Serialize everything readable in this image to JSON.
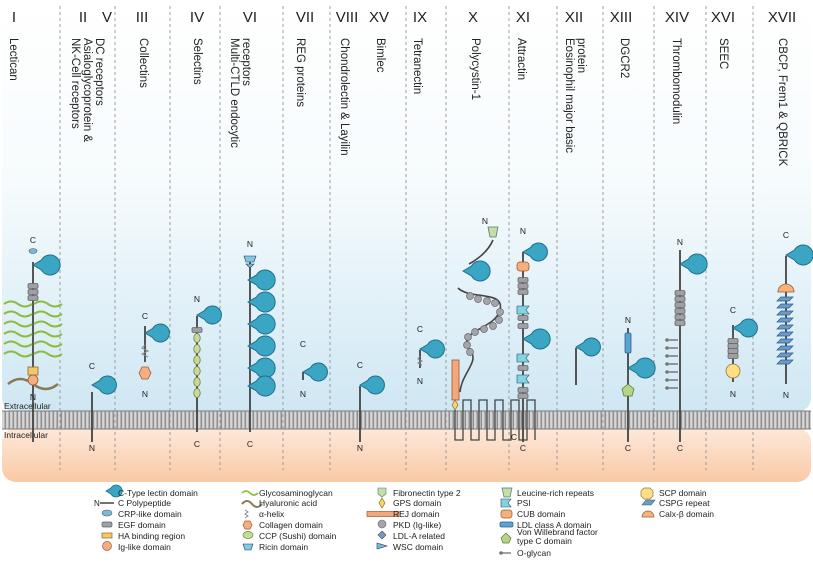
{
  "groups": [
    {
      "numeral": "I",
      "name": "Lectican"
    },
    {
      "numeral": "II",
      "name": "Asialoglycoprotein & DC receptors"
    },
    {
      "numeral": "V",
      "name": "NK-Cell receptors"
    },
    {
      "numeral": "III",
      "name": "Collectins"
    },
    {
      "numeral": "IV",
      "name": "Selectins"
    },
    {
      "numeral": "VI",
      "name": "Multi-CTLD endocytic receptors"
    },
    {
      "numeral": "VII",
      "name": "REG proteins"
    },
    {
      "numeral": "VIII",
      "name": "Chondrolectin & Layilin"
    },
    {
      "numeral": "XV",
      "name": "Bimlec"
    },
    {
      "numeral": "IX",
      "name": "Tetranectin"
    },
    {
      "numeral": "X",
      "name": "Polycystin-1"
    },
    {
      "numeral": "XI",
      "name": "Attractin"
    },
    {
      "numeral": "XII",
      "name": "Eosinophil major basic protein"
    },
    {
      "numeral": "XIII",
      "name": "DGCR2"
    },
    {
      "numeral": "XIV",
      "name": "Thrombomodulin"
    },
    {
      "numeral": "XVI",
      "name": "SEEC"
    },
    {
      "numeral": "XVII",
      "name": "CBCP, Frem1 & QBRICK"
    }
  ],
  "membrane": {
    "extracellular": "Extracellular",
    "intracellular": "Intracellular"
  },
  "termini": {
    "n": "N",
    "c": "C"
  },
  "legend": [
    {
      "icon": "ctld",
      "label": "C-Type lectin domain"
    },
    {
      "icon": "polypeptide",
      "label": "C Polypeptide"
    },
    {
      "icon": "crp",
      "label": "CRP-like domain"
    },
    {
      "icon": "egf",
      "label": "EGF domain"
    },
    {
      "icon": "ha-binding",
      "label": "HA binding region"
    },
    {
      "icon": "ig-like",
      "label": "Ig-like domain"
    },
    {
      "icon": "gag",
      "label": "Glycosaminoglycan"
    },
    {
      "icon": "hyaluronic",
      "label": "Hyaluronic acid"
    },
    {
      "icon": "alpha-helix",
      "label": "α-helix"
    },
    {
      "icon": "collagen",
      "label": "Collagen domain"
    },
    {
      "icon": "ccp",
      "label": "CCP (Sushi) domain"
    },
    {
      "icon": "ricin",
      "label": "Ricin domain"
    },
    {
      "icon": "fn2",
      "label": "Fibronectin type 2"
    },
    {
      "icon": "gps",
      "label": "GPS domain"
    },
    {
      "icon": "rej",
      "label": "REJ domain"
    },
    {
      "icon": "pkd",
      "label": "PKD (Ig-like)"
    },
    {
      "icon": "ldla-related",
      "label": "LDL-A related"
    },
    {
      "icon": "wsc",
      "label": "WSC domain"
    },
    {
      "icon": "lrr",
      "label": "Leucine-rich repeats"
    },
    {
      "icon": "psi",
      "label": "PSI"
    },
    {
      "icon": "cub",
      "label": "CUB domain"
    },
    {
      "icon": "ldla",
      "label": "LDL class A domain"
    },
    {
      "icon": "vwc",
      "label": "Von Willebrand factor type C domain"
    },
    {
      "icon": "o-glycan",
      "label": "O-glycan"
    },
    {
      "icon": "scp",
      "label": "SCP domain"
    },
    {
      "icon": "cspg",
      "label": "CSPG repeat"
    },
    {
      "icon": "calx",
      "label": "Calx-β domain"
    }
  ],
  "colors": {
    "ctld": "#3aa6c4",
    "ctld_dark": "#1f6f8a",
    "egf": "#9ea0a6",
    "ig": "#f5ae84",
    "gag": "#8bbd3c",
    "ccp": "#c9d99a",
    "rej": "#f4a77a",
    "pkd": "#a4a4ad",
    "lrr": "#c5dea4",
    "psi": "#7fd6e0",
    "cub": "#f5b07e",
    "ldla": "#5aa3d0",
    "vwc": "#b6d487",
    "scp": "#ffde86",
    "cspg": "#6a9cc8",
    "calx": "#f5b57a",
    "membrane": "#9a9a9a",
    "intracellular": "#fbd9bf",
    "extracellular_top": "#ffffff",
    "extracellular_bottom": "#cfe7f3"
  }
}
